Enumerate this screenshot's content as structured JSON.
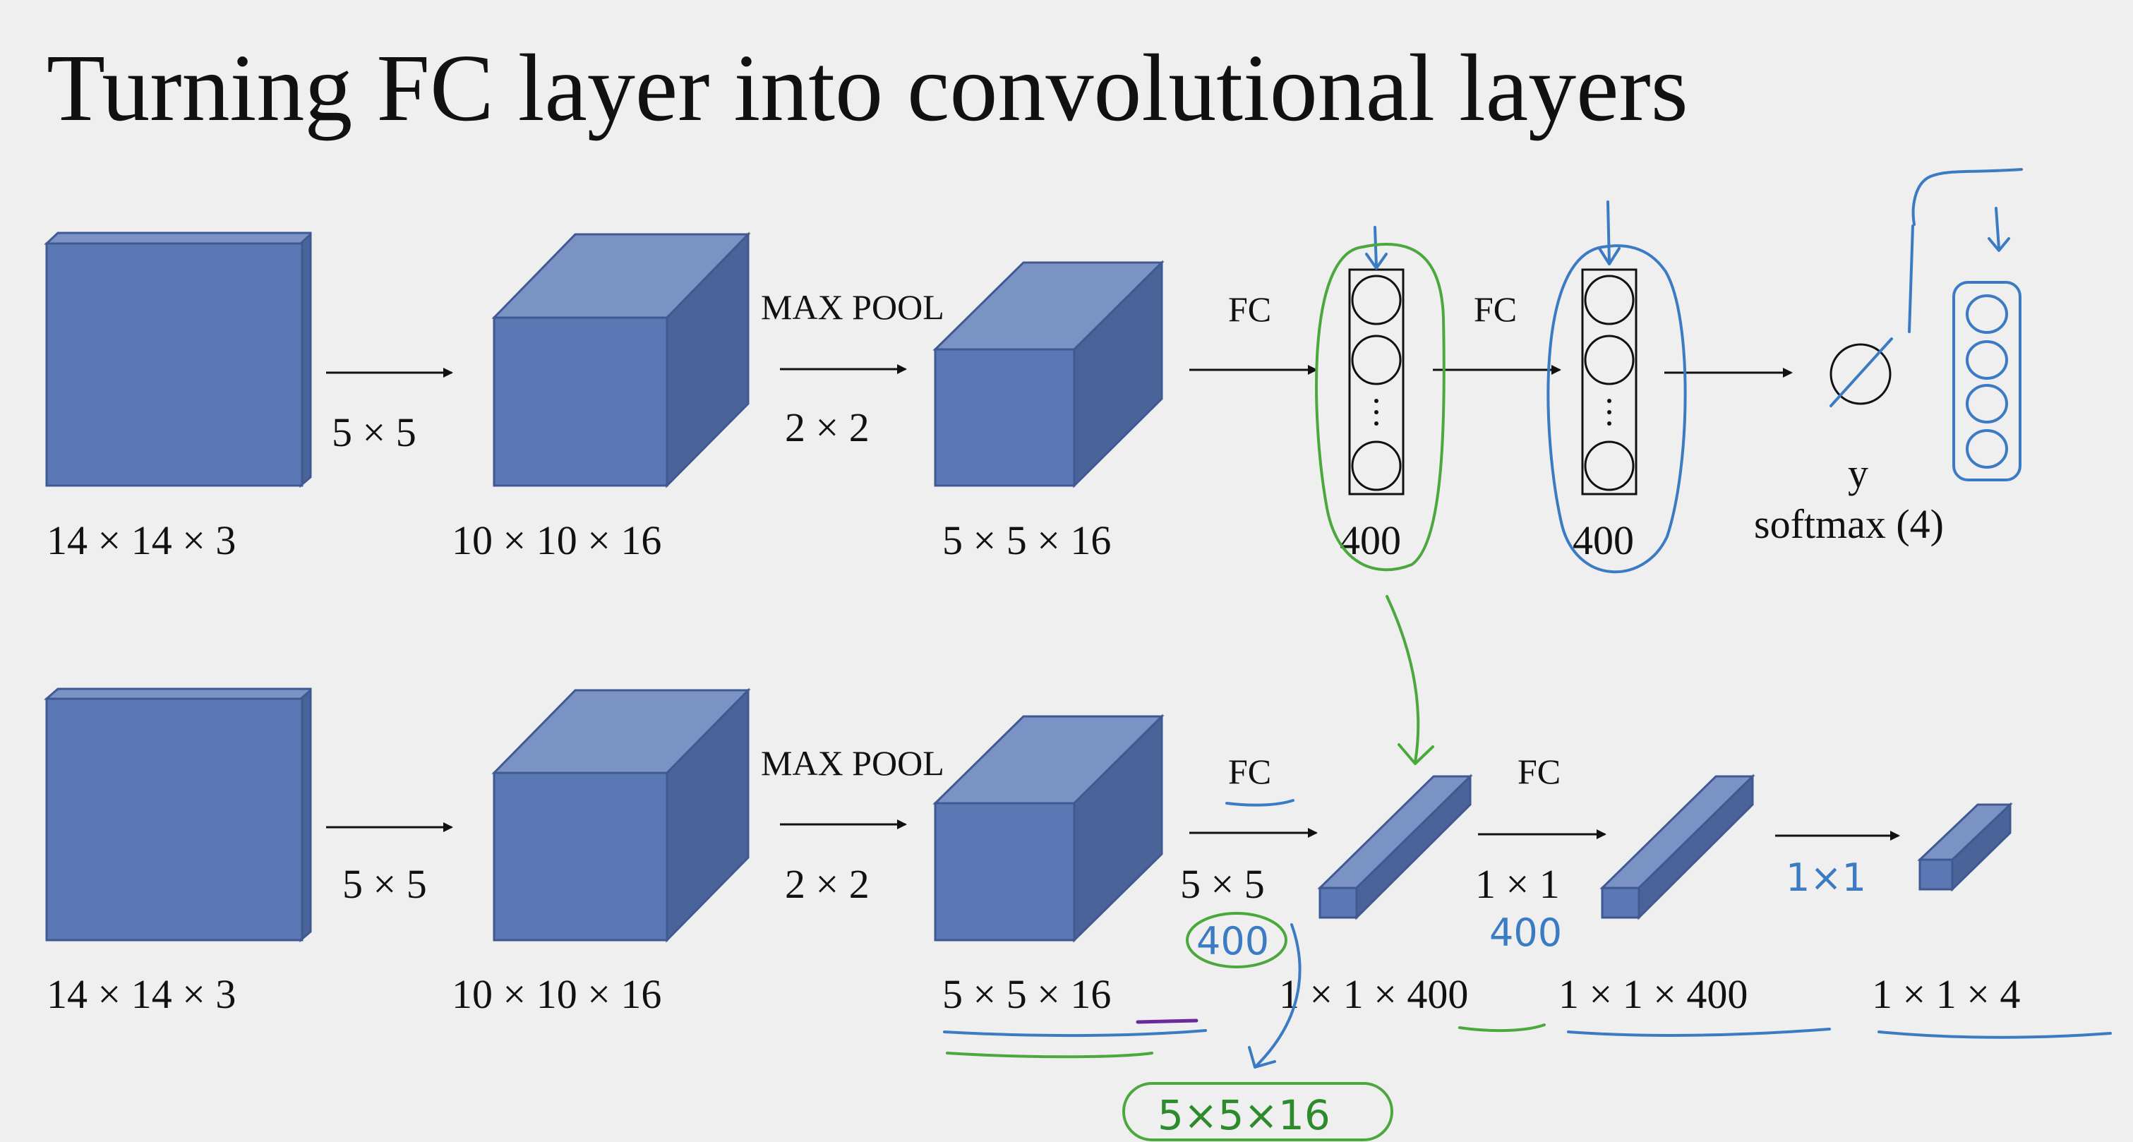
{
  "title": "Turning FC layer into convolutional layers",
  "row1": {
    "input_label": "14 × 14 × 3",
    "conv_filter": "5 × 5",
    "conv_out_label": "10 × 10 × 16",
    "pool_label": "MAX POOL",
    "pool_size": "2 × 2",
    "pool_out_label": "5 × 5 × 16",
    "fc1_label": "FC",
    "fc1_units": "400",
    "fc2_label": "FC",
    "fc2_units": "400",
    "output_symbol": "y",
    "output_label": "softmax (4)"
  },
  "row2": {
    "input_label": "14 × 14 × 3",
    "conv_filter": "5 × 5",
    "conv_out_label": "10 × 10 × 16",
    "pool_label": "MAX POOL",
    "pool_size": "2 × 2",
    "pool_out_label": "5 × 5 × 16",
    "fc1_label": "FC",
    "fc1_filter": "5 × 5",
    "fc1_out_label": "1 × 1 × 400",
    "fc2_label": "FC",
    "fc2_filter": "1 × 1",
    "fc2_out_label": "1 × 1 × 400",
    "out_label": "1 × 1 × 4"
  },
  "annotations": {
    "filter_count_a": "400",
    "filter_count_b": "400",
    "filter_size": "5×5×16",
    "last_filter": "1×1"
  }
}
